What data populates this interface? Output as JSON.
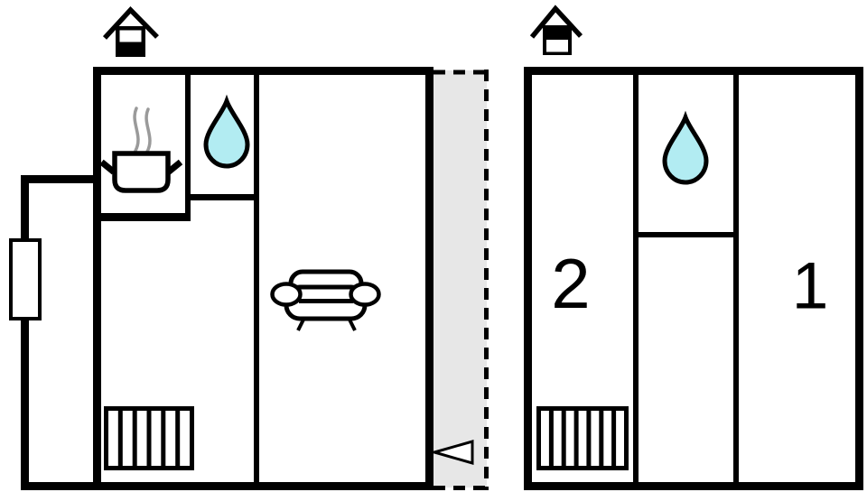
{
  "colors": {
    "background": "#ffffff",
    "wall": "#000000",
    "line": "#000000",
    "water": "#b2ecf2",
    "corridor": "#e7e7e7",
    "steam": "#9a9a9a",
    "fill_white": "#ffffff"
  },
  "labels": {
    "room1": "1",
    "room2": "2"
  },
  "icons": {
    "left_chimney": "chimney-icon",
    "right_chimney": "chimney-icon",
    "cooking_pot": "cooking-pot-icon",
    "steam": "steam-icon",
    "water_drop_left": "water-drop-icon",
    "water_drop_right": "water-drop-icon",
    "sofa": "sofa-icon",
    "stairs_left": "stairs-icon",
    "stairs_right": "stairs-icon",
    "direction_arrow": "left-arrow-icon"
  },
  "stairs": {
    "left_treads": 6,
    "right_treads": 7
  }
}
